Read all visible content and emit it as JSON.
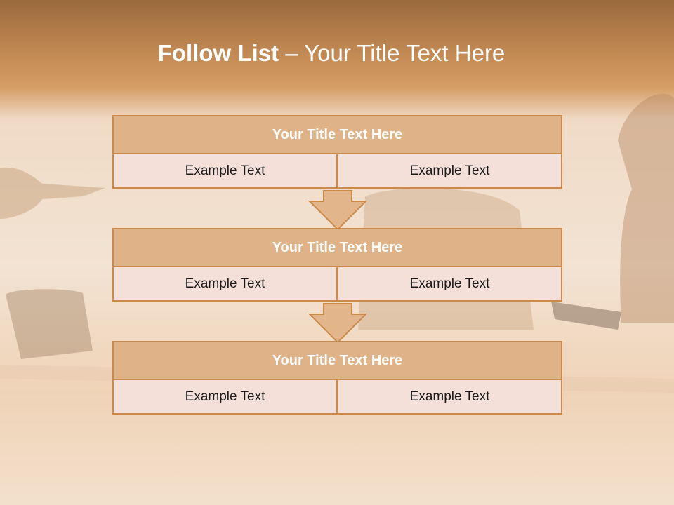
{
  "slide": {
    "title_bold": "Follow List",
    "title_rest": " – Your Title Text Here"
  },
  "blocks": [
    {
      "title": "Your Title Text Here",
      "cells": [
        "Example Text",
        "Example Text"
      ]
    },
    {
      "title": "Your Title Text Here",
      "cells": [
        "Example Text",
        "Example Text"
      ]
    },
    {
      "title": "Your Title Text Here",
      "cells": [
        "Example Text",
        "Example Text"
      ]
    }
  ],
  "colors": {
    "header_band": "#c98f58",
    "title_fill": "#dfb387",
    "cell_fill": "#f4e0d8",
    "border": "#c98a4c"
  }
}
